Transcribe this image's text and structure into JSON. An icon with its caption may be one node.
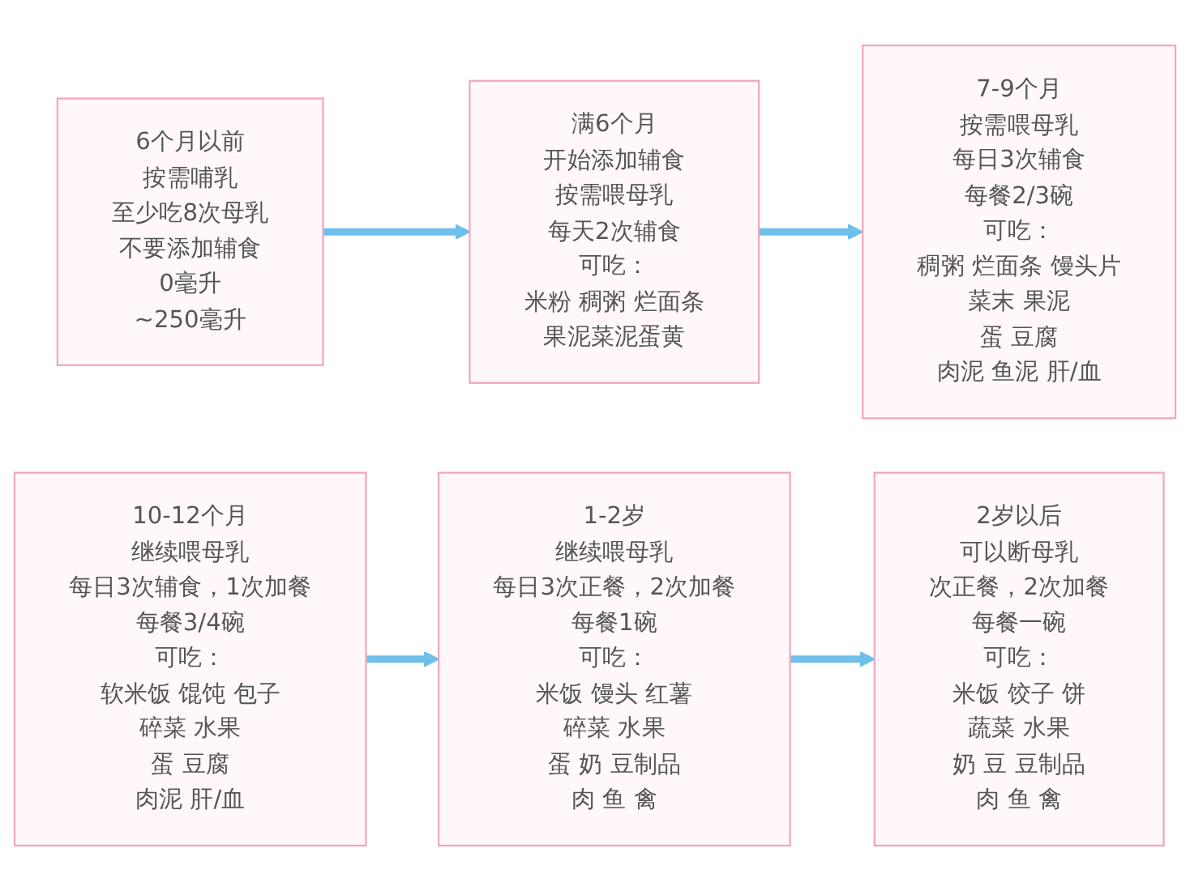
{
  "diagram": {
    "nodes": [
      {
        "text": [
          "6个月以前",
          "按需哺乳",
          "至少吃8次母乳",
          "不要添加辅食",
          "0毫升",
          "~250毫升"
        ]
      },
      {
        "text": [
          "满6个月",
          "开始添加辅食",
          "按需喂母乳",
          "每天2次辅食",
          "可吃：",
          "米粉 稠粥 烂面条",
          "果泥菜泥蛋黄"
        ]
      },
      {
        "text": [
          "7-9个月",
          "按需喂母乳",
          "每日3次辅食",
          "每餐2/3碗",
          "可吃：",
          "稠粥 烂面条 馒头片",
          "菜末 果泥",
          "蛋 豆腐",
          "肉泥 鱼泥 肝/血"
        ]
      },
      {
        "text": [
          "2岁以后",
          "可以断母乳",
          "次正餐，2次加餐",
          "每餐一碗",
          "可吃：",
          "米饭 饺子 饼",
          "蔬菜 水果",
          "奶 豆 豆制品",
          "肉 鱼 禽"
        ]
      },
      {
        "text": [
          "1-2岁",
          "继续喂母乳",
          "每日3次正餐，2次加餐",
          "每餐1碗",
          "可吃：",
          "米饭 馒头 红薯",
          "碎菜 水果",
          "蛋 奶 豆制品",
          "肉 鱼 禽"
        ]
      },
      {
        "text": [
          "10-12个月",
          "继续喂母乳",
          "每日3次辅食，1次加餐",
          "每餐3/4碗",
          "可吃：",
          "软米饭 馄饨 包子",
          "碎菜 水果",
          "蛋 豆腐",
          "肉泥 肝/血"
        ]
      }
    ],
    "edges": [
      {
        "from": 0,
        "to": 1,
        "arrow": "to"
      },
      {
        "from": 1,
        "to": 2,
        "arrow": "to"
      },
      {
        "from": 5,
        "to": 4,
        "arrow": "to"
      },
      {
        "from": 4,
        "to": 3,
        "arrow": "to"
      }
    ]
  }
}
